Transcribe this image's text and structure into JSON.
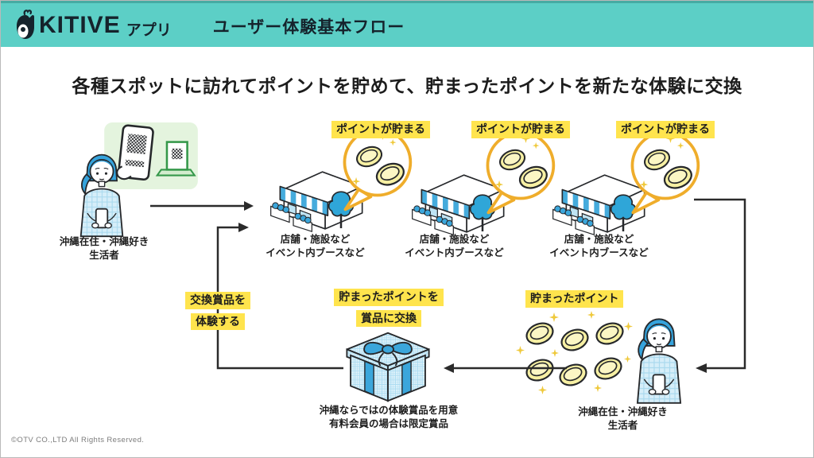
{
  "header": {
    "logo_text": "KITIVE",
    "logo_suffix": "アプリ",
    "page_title": "ユーザー体験基本フロー"
  },
  "main": {
    "heading": "各種スポットに訪れてポイントを貯めて、貯まったポイントを新たな体験に交換"
  },
  "flow": {
    "start_user": {
      "caption_line1": "沖縄在住・沖縄好き",
      "caption_line2": "生活者"
    },
    "spots": [
      {
        "badge": "ポイントが貯まる",
        "caption_line1": "店舗・施設など",
        "caption_line2": "イベント内ブースなど"
      },
      {
        "badge": "ポイントが貯まる",
        "caption_line1": "店舗・施設など",
        "caption_line2": "イベント内ブースなど"
      },
      {
        "badge": "ポイントが貯まる",
        "caption_line1": "店舗・施設など",
        "caption_line2": "イベント内ブースなど"
      }
    ],
    "collected_points": {
      "badge": "貯まったポイント",
      "caption_line1": "沖縄在住・沖縄好き",
      "caption_line2": "生活者"
    },
    "exchange": {
      "badge_line1": "貯まったポイントを",
      "badge_line2": "賞品に交換",
      "caption_line1": "沖縄ならではの体験賞品を用意",
      "caption_line2": "有料会員の場合は限定賞品"
    },
    "experience": {
      "badge_line1": "交換賞品を",
      "badge_line2": "体験する"
    }
  },
  "footer": {
    "copyright": "©OTV CO.,LTD All Rights Reserved."
  },
  "colors": {
    "header_bg": "#5CCFC6",
    "highlight_yellow": "#FFE44D",
    "bubble_gold": "#EFAD2B",
    "coin_yellow": "#F7F0A3",
    "accent_blue": "#35A3DC",
    "knit_blue": "#D6EEF9",
    "text_dark": "#1D1D1D"
  }
}
